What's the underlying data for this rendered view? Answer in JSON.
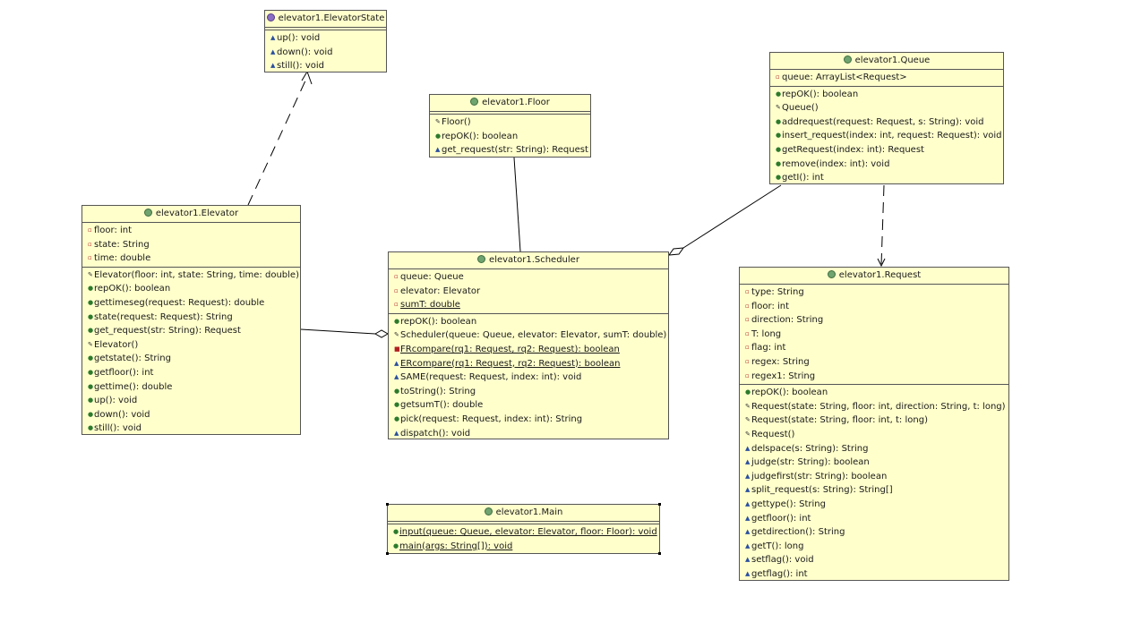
{
  "classes": {
    "elevatorstate": {
      "name": "elevator1.ElevatorState",
      "kind": "enum-icon",
      "methods": [
        "up(): void",
        "down(): void",
        "still(): void"
      ]
    },
    "floor": {
      "name": "elevator1.Floor",
      "kind": "class-icon",
      "methods": [
        "Floor()",
        "repOK(): boolean",
        "get_request(str: String): Request"
      ]
    },
    "queue": {
      "name": "elevator1.Queue",
      "kind": "class-icon",
      "fields": [
        "queue: ArrayList<Request>"
      ],
      "methods": [
        "repOK(): boolean",
        "Queue()",
        "addrequest(request: Request, s: String): void",
        "insert_request(index: int, request: Request): void",
        "getRequest(index: int): Request",
        "remove(index: int): void",
        "getI(): int"
      ]
    },
    "elevator": {
      "name": "elevator1.Elevator",
      "kind": "class-icon",
      "fields": [
        "floor: int",
        "state: String",
        "time: double"
      ],
      "methods": [
        "Elevator(floor: int, state: String, time: double)",
        "repOK(): boolean",
        "gettimeseg(request: Request): double",
        "state(request: Request): String",
        "get_request(str: String): Request",
        "Elevator()",
        "getstate(): String",
        "getfloor(): int",
        "gettime(): double",
        "up(): void",
        "down(): void",
        "still(): void"
      ]
    },
    "scheduler": {
      "name": "elevator1.Scheduler",
      "kind": "class-icon",
      "fields": [
        "queue: Queue",
        "elevator: Elevator",
        "sumT: double"
      ],
      "methods": [
        "repOK(): boolean",
        "Scheduler(queue: Queue, elevator: Elevator, sumT: double)",
        "FRcompare(rq1: Request, rq2: Request): boolean",
        "ERcompare(rq1: Request, rq2: Request): boolean",
        "SAME(request: Request, index: int): void",
        "toString(): String",
        "getsumT(): double",
        "pick(request: Request, index: int): String",
        "dispatch(): void"
      ]
    },
    "request": {
      "name": "elevator1.Request",
      "kind": "class-icon",
      "fields": [
        "type: String",
        "floor: int",
        "direction: String",
        "T: long",
        "flag: int",
        "regex: String",
        "regex1: String"
      ],
      "methods": [
        "repOK(): boolean",
        "Request(state: String, floor: int, direction: String, t: long)",
        "Request(state: String, floor: int, t: long)",
        "Request()",
        "delspace(s: String): String",
        "judge(str: String): boolean",
        "judgefirst(str: String): boolean",
        "split_request(s: String): String[]",
        "gettype(): String",
        "getfloor(): int",
        "getdirection(): String",
        "getT(): long",
        "setflag(): void",
        "getflag(): int"
      ]
    },
    "main": {
      "name": "elevator1.Main",
      "kind": "class-icon",
      "methods": [
        "input(queue: Queue, elevator: Elevator, floor: Floor): void",
        "main(args: String[]): void"
      ]
    }
  },
  "relationships": [
    {
      "from": "elevator1.Elevator",
      "to": "elevator1.ElevatorState",
      "type": "realization"
    },
    {
      "from": "elevator1.Floor",
      "to": "elevator1.Scheduler",
      "type": "association"
    },
    {
      "from": "elevator1.Queue",
      "to": "elevator1.Scheduler",
      "type": "aggregation"
    },
    {
      "from": "elevator1.Elevator",
      "to": "elevator1.Scheduler",
      "type": "aggregation"
    },
    {
      "from": "elevator1.Queue",
      "to": "elevator1.Request",
      "type": "dependency"
    }
  ],
  "colors": {
    "class_fill": "#ffffcc",
    "class_border": "#555555",
    "line": "#000000"
  }
}
